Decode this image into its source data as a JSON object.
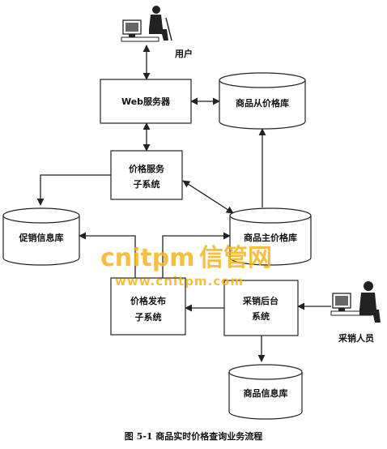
{
  "nodes": {
    "user": "用户",
    "web_server": "Web服务器",
    "product_slave_price_db": "商品从价格库",
    "price_service_line1": "价格服务",
    "price_service_line2": "子系统",
    "promotion_db": "促销信息库",
    "product_master_price_db": "商品主价格库",
    "price_publish_line1": "价格发布",
    "price_publish_line2": "子系统",
    "purchase_backend_line1": "采销后台",
    "purchase_backend_line2": "系统",
    "purchaser": "采销人员",
    "product_info_db": "商品信息库"
  },
  "watermark": {
    "brand": "cnitpm",
    "brand_cn": "信管网",
    "url": "www.cnitpm.com",
    "color": "#f6b51e"
  },
  "caption": "图 5-1   商品实时价格查询业务流程",
  "icons": [
    "user-computer-icon",
    "purchaser-computer-icon"
  ]
}
